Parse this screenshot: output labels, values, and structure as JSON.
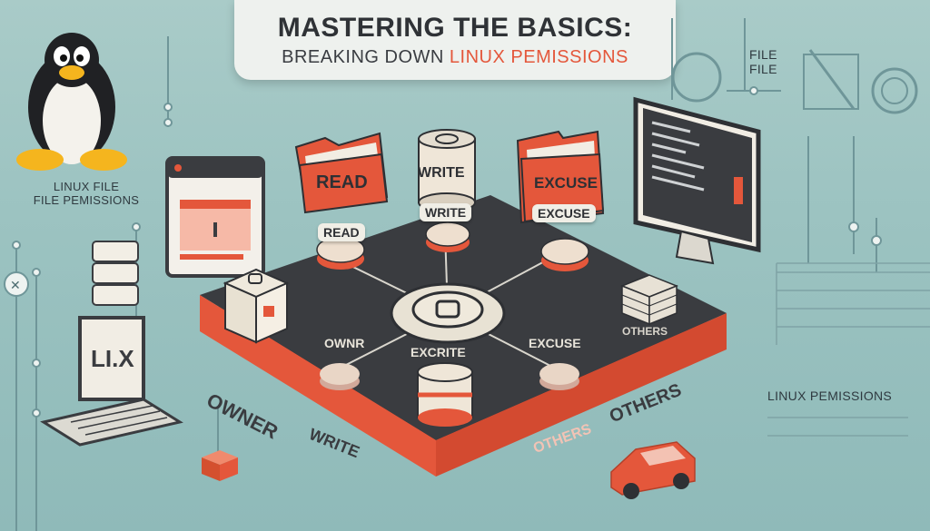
{
  "title": {
    "line1": "MASTERING THE BASICS:",
    "line2_prefix": "BREAKING DOWN ",
    "line2_accent": "LINUX PEMISSIONS"
  },
  "left_label": {
    "line1": "LINUX FILE",
    "line2": "FILE PEMISSIONS"
  },
  "top_right_label": {
    "line1": "FILE",
    "line2": "FILE"
  },
  "right_label": "LINUX PEMISSIONS",
  "laptop_screen": "LI.X",
  "folders": {
    "read": "READ",
    "execute": "EXCUSE"
  },
  "pedestals": {
    "read": "READ",
    "write": "WRITE",
    "execute": "EXCUSE",
    "owner": "OWNR",
    "excrite": "EXCRITE",
    "others": "OTHERS"
  },
  "cylinder_label": "WRITE",
  "platform_edge": {
    "owner": "OWNER",
    "write": "WRITE",
    "others1": "OTHERS",
    "others2": "OTHERS"
  },
  "colors": {
    "accent": "#e4573b",
    "dark": "#3a3c40",
    "bg": "#9cc3c1"
  }
}
